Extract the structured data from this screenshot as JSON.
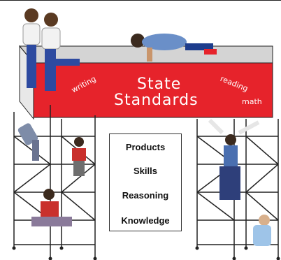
{
  "banner": {
    "title_line1": "State",
    "title_line2": "Standards",
    "labels": {
      "writing": "writing",
      "reading": "reading",
      "math": "math"
    }
  },
  "box_items": [
    "Products",
    "Skills",
    "Reasoning",
    "Knowledge"
  ],
  "colors": {
    "banner_red": "#e6232b",
    "frame_black": "#222222",
    "ledge_gray": "#d4d4d4"
  },
  "illustrations": [
    "two-children-sitting",
    "boy-crawling",
    "child-climbing",
    "child-jumping",
    "child-standing",
    "child-sitting"
  ]
}
